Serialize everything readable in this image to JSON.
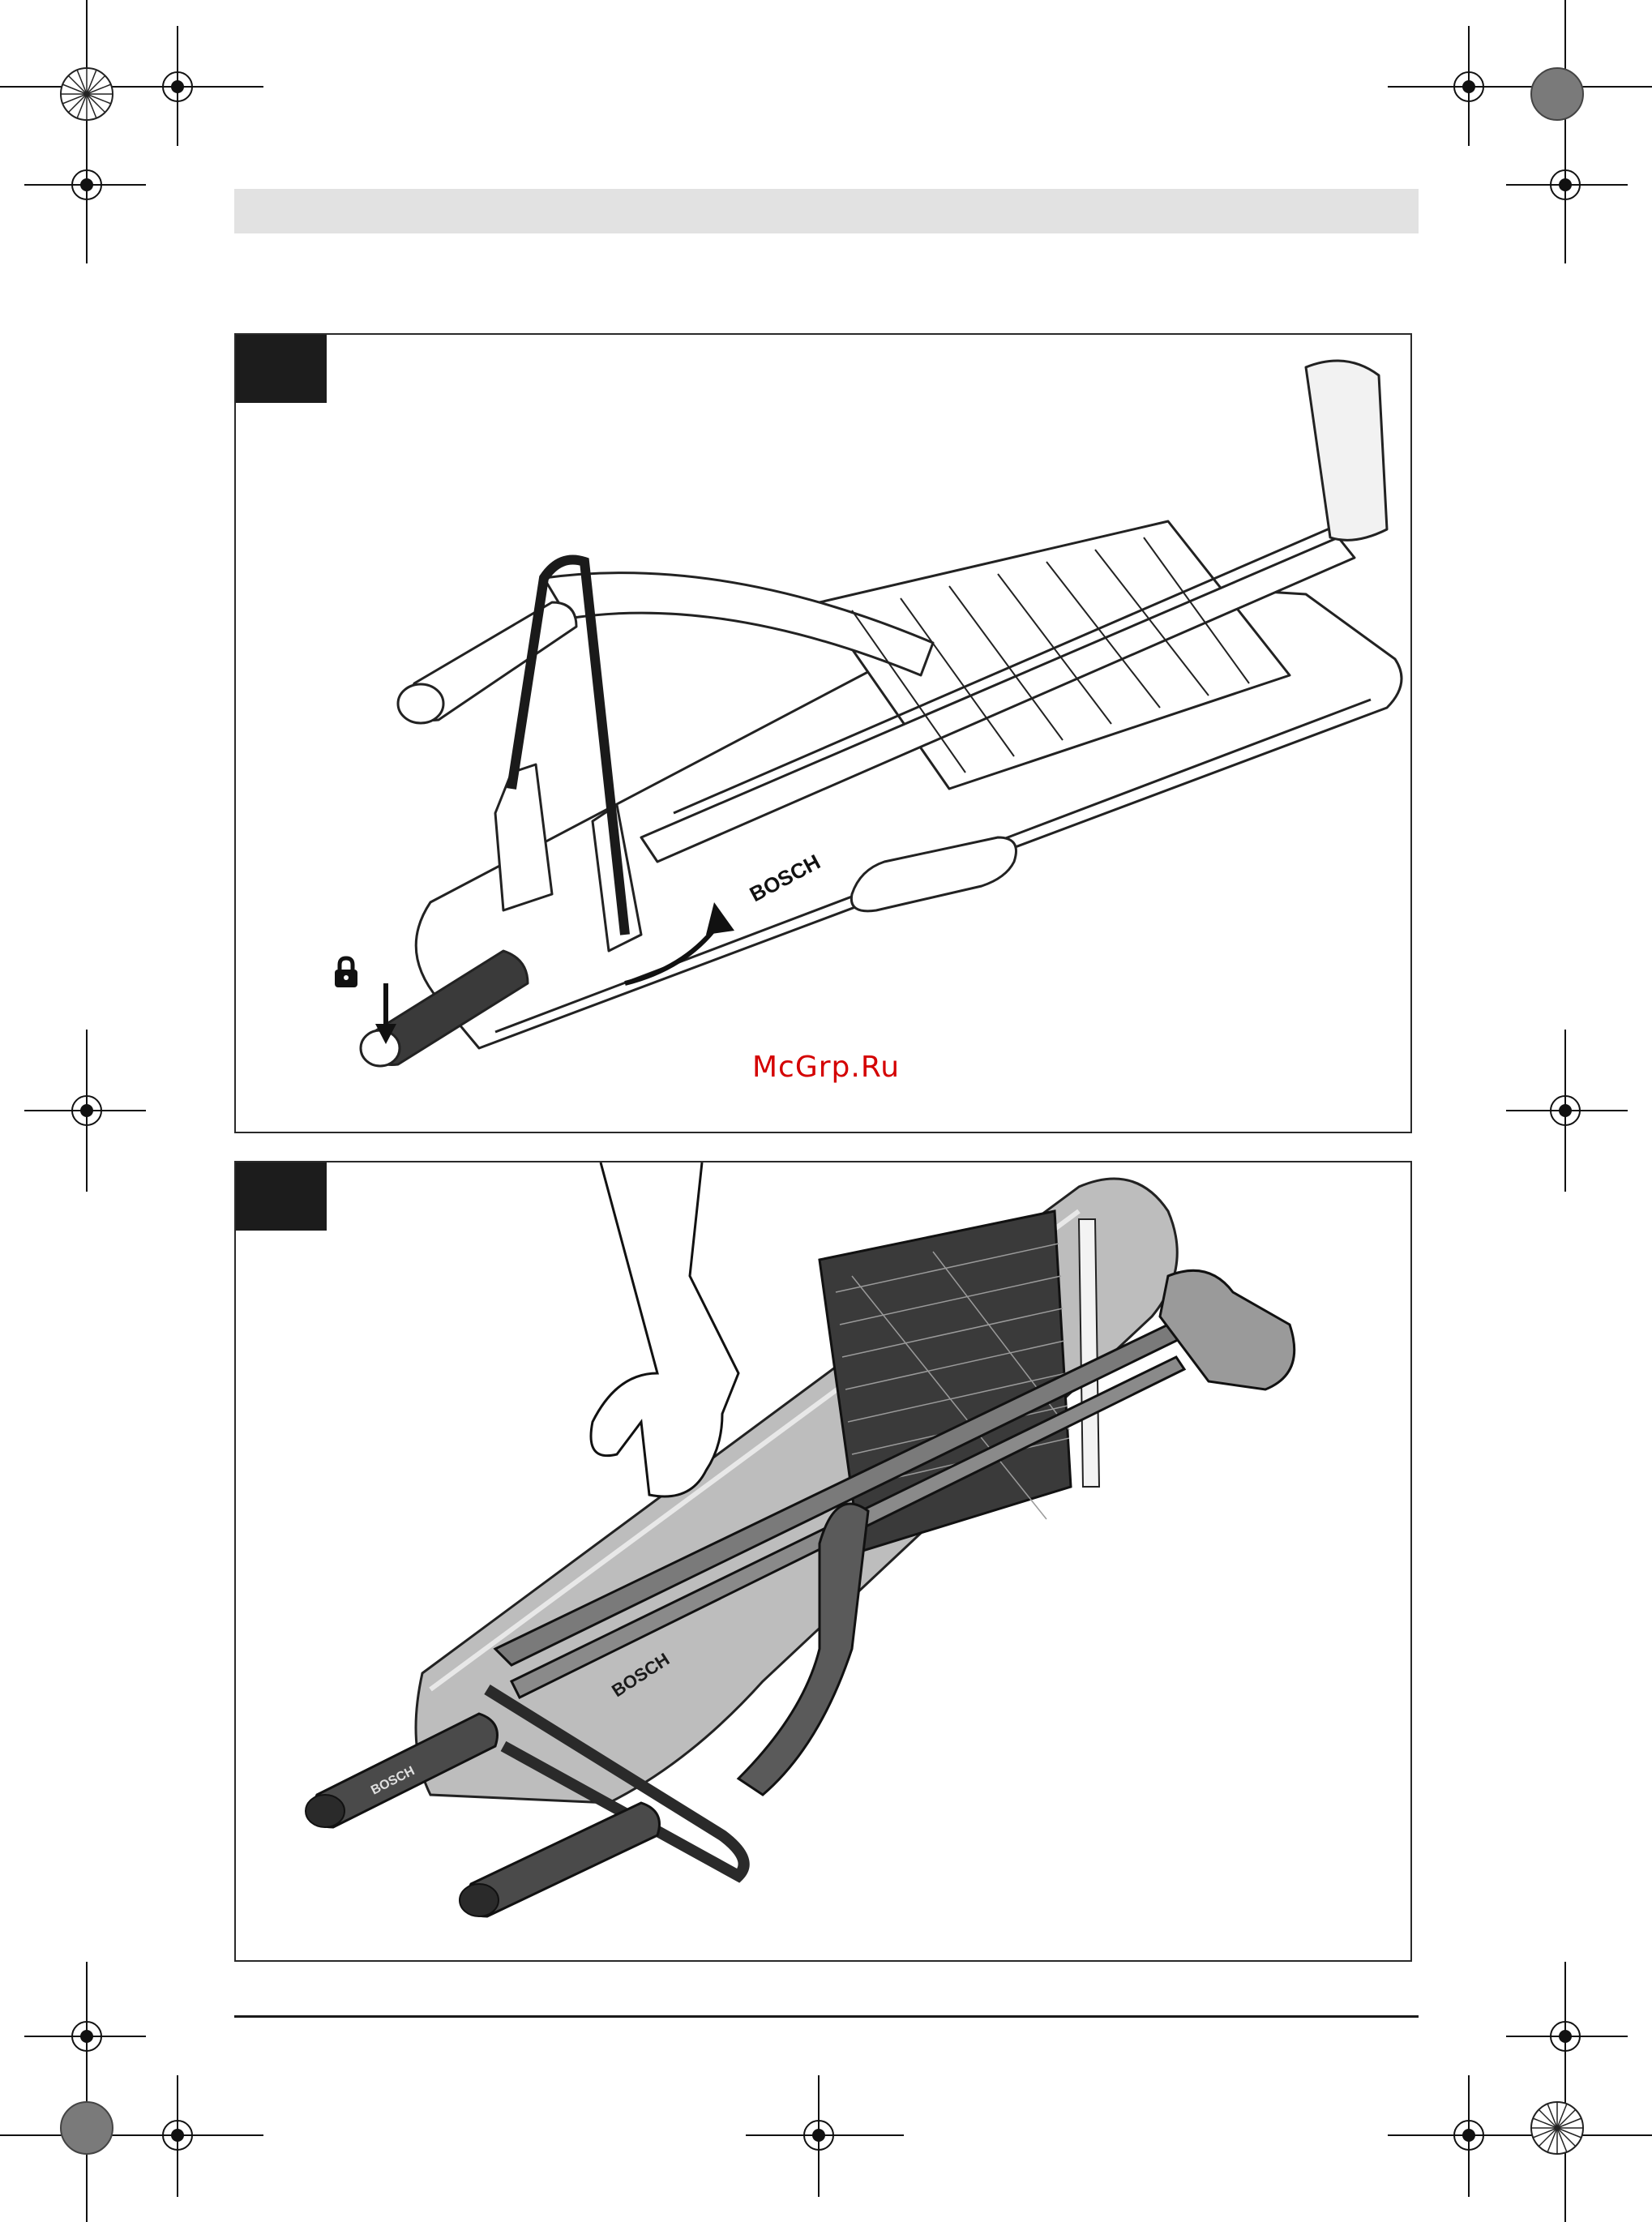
{
  "page": {
    "watermark": "McGrp.Ru",
    "figure_1": {
      "lock_symbol": "padlock-icon",
      "brand_on_base": "BOSCH",
      "brand_on_handle": "BOSCH"
    },
    "figure_2": {
      "brand_on_base": "BOSCH",
      "brand_on_handles": "BOSCH"
    }
  }
}
